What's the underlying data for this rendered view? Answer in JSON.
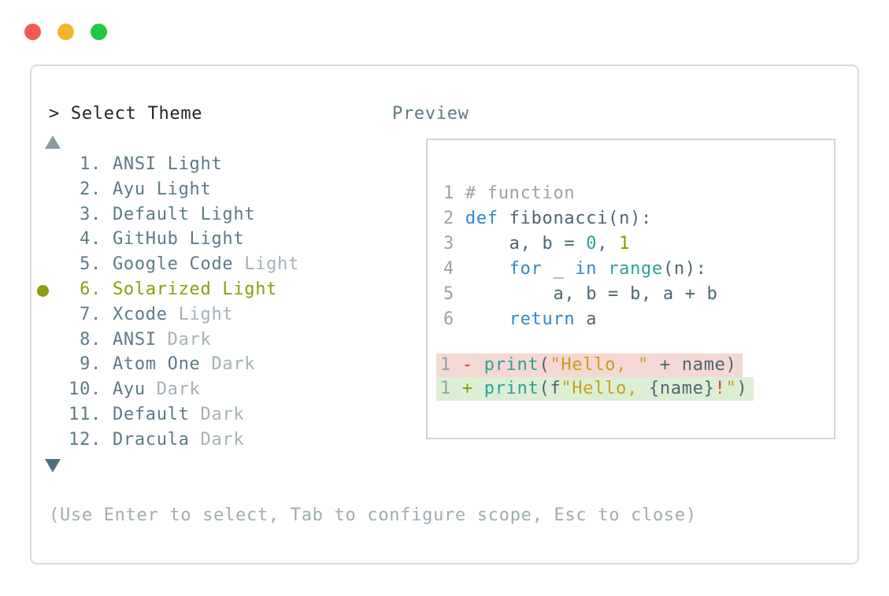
{
  "window": {
    "traffic_lights": [
      {
        "name": "close",
        "color": "#f25a50"
      },
      {
        "name": "minimize",
        "color": "#f4b42c"
      },
      {
        "name": "zoom",
        "color": "#24c73f"
      }
    ],
    "prompt": "> Select Theme",
    "hint": "(Use Enter to select, Tab to configure scope, Esc to close)"
  },
  "theme_list": {
    "items": [
      {
        "number": "1.",
        "name": "ANSI Light",
        "variant": "",
        "selected": false
      },
      {
        "number": "2.",
        "name": "Ayu Light",
        "variant": "",
        "selected": false
      },
      {
        "number": "3.",
        "name": "Default Light",
        "variant": "",
        "selected": false
      },
      {
        "number": "4.",
        "name": "GitHub Light",
        "variant": "",
        "selected": false
      },
      {
        "number": "5.",
        "name": "Google Code",
        "variant": "Light",
        "selected": false
      },
      {
        "number": "6.",
        "name": "Solarized Light",
        "variant": "",
        "selected": true
      },
      {
        "number": "7.",
        "name": "Xcode",
        "variant": "Light",
        "selected": false
      },
      {
        "number": "8.",
        "name": "ANSI",
        "variant": "Dark",
        "selected": false
      },
      {
        "number": "9.",
        "name": "Atom One",
        "variant": "Dark",
        "selected": false
      },
      {
        "number": "10.",
        "name": "Ayu",
        "variant": "Dark",
        "selected": false
      },
      {
        "number": "11.",
        "name": "Default",
        "variant": "Dark",
        "selected": false
      },
      {
        "number": "12.",
        "name": "Dracula",
        "variant": "Dark",
        "selected": false
      }
    ]
  },
  "preview": {
    "title": "Preview",
    "code_lines": [
      {
        "ln": "1",
        "tokens": [
          [
            "# function",
            "comment"
          ]
        ]
      },
      {
        "ln": "2",
        "tokens": [
          [
            "def",
            "keyword"
          ],
          [
            " fibonacci(n):",
            "base"
          ]
        ]
      },
      {
        "ln": "3",
        "tokens": [
          [
            "    a, b = ",
            "base"
          ],
          [
            "0",
            "cyan"
          ],
          [
            ", ",
            "base"
          ],
          [
            "1",
            "green"
          ]
        ]
      },
      {
        "ln": "4",
        "tokens": [
          [
            "    ",
            "base"
          ],
          [
            "for",
            "keyword"
          ],
          [
            " _ ",
            "base"
          ],
          [
            "in",
            "keyword"
          ],
          [
            " ",
            "base"
          ],
          [
            "range",
            "cyan"
          ],
          [
            "(n):",
            "base"
          ]
        ]
      },
      {
        "ln": "5",
        "tokens": [
          [
            "        a, b = b, a + b",
            "base"
          ]
        ]
      },
      {
        "ln": "6",
        "tokens": [
          [
            "    ",
            "base"
          ],
          [
            "return",
            "keyword"
          ],
          [
            " a",
            "base"
          ]
        ]
      }
    ],
    "diff_lines": [
      {
        "ln": "1",
        "sign": "-",
        "kind": "removed",
        "tokens": [
          [
            "print",
            "cyan"
          ],
          [
            "(",
            "base"
          ],
          [
            "\"Hello, \"",
            "string"
          ],
          [
            " + name)",
            "base"
          ]
        ]
      },
      {
        "ln": "1",
        "sign": "+",
        "kind": "added",
        "tokens": [
          [
            "print",
            "cyan"
          ],
          [
            "(f",
            "base"
          ],
          [
            "\"Hello, ",
            "string"
          ],
          [
            "{name}",
            "base"
          ],
          [
            "!",
            "red"
          ],
          [
            "\"",
            "string"
          ],
          [
            ")",
            "base"
          ]
        ]
      }
    ]
  },
  "colors": {
    "list_text": "#5d7a88",
    "muted": "#a4b2b8",
    "selected": "#8d9c0e",
    "keyword": "#2f87d2",
    "cyan": "#2aa198",
    "green": "#859900",
    "string": "#c8a11d",
    "comment": "#97a3a5",
    "base": "#4e6671",
    "red": "#dc3b33",
    "line_number": "#97a3a5",
    "sign_removed": "#dc3b33",
    "sign_added": "#859900",
    "diff_removed_bg": "#f5d7d3",
    "diff_added_bg": "#dcefd5"
  }
}
